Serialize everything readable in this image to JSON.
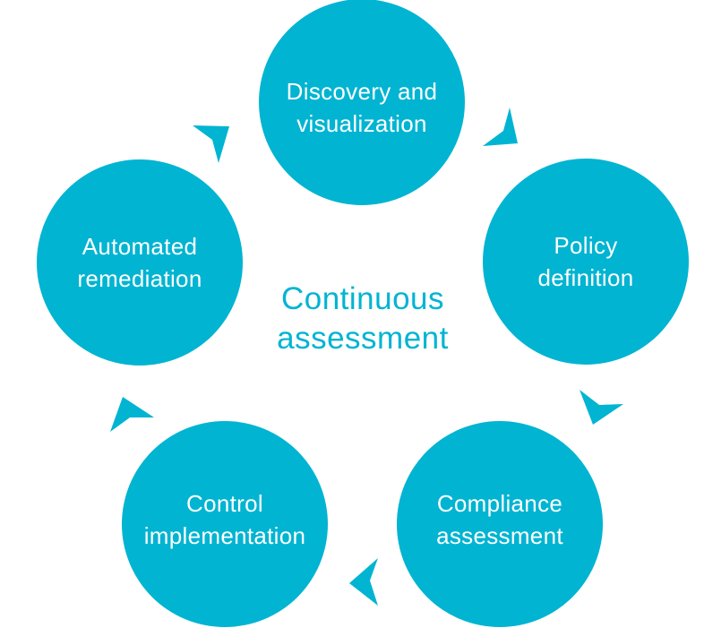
{
  "diagram": {
    "type": "cycle",
    "accent_color": "#00B4D2",
    "text_color_on_node": "#FFFFFF",
    "center_label": "Continuous\nassessment",
    "nodes": [
      {
        "id": "discovery",
        "label": "Discovery and\nvisualization"
      },
      {
        "id": "policy",
        "label": "Policy\ndefinition"
      },
      {
        "id": "compliance",
        "label": "Compliance\nassessment"
      },
      {
        "id": "control",
        "label": "Control\nimplementation"
      },
      {
        "id": "remediation",
        "label": "Automated\nremediation"
      }
    ],
    "arrows": [
      {
        "from": "discovery",
        "to": "policy",
        "icon": "arrowhead-icon"
      },
      {
        "from": "policy",
        "to": "compliance",
        "icon": "arrowhead-icon"
      },
      {
        "from": "compliance",
        "to": "control",
        "icon": "arrowhead-icon"
      },
      {
        "from": "control",
        "to": "remediation",
        "icon": "arrowhead-icon"
      },
      {
        "from": "remediation",
        "to": "discovery",
        "icon": "arrowhead-icon"
      }
    ]
  }
}
